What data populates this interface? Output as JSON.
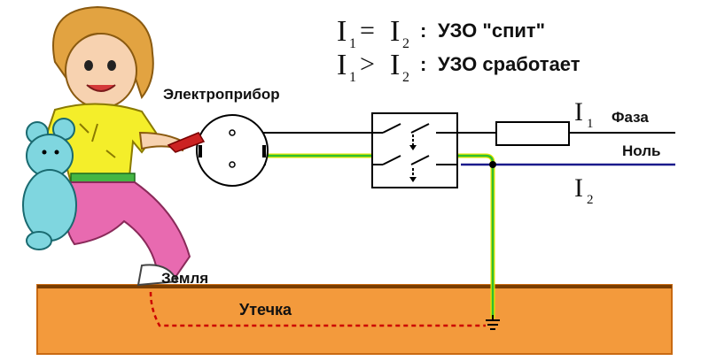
{
  "statements": [
    {
      "lhs_sym": "I",
      "lhs_sub": "1",
      "op": "=",
      "rhs_sym": "I",
      "rhs_sub": "2",
      "colon": ":",
      "text": "УЗО \"спит\""
    },
    {
      "lhs_sym": "I",
      "lhs_sub": "1",
      "op": ">",
      "rhs_sym": "I",
      "rhs_sub": "2",
      "colon": ":",
      "text": "УЗО сработает"
    }
  ],
  "labels": {
    "device": "Электроприбор",
    "phase": "Фаза",
    "neutral": "Ноль",
    "earth": "Земля",
    "leak": "Утечка"
  },
  "currents": {
    "i1_sym": "I",
    "i1_sub": "1",
    "i2_sym": "I",
    "i2_sub": "2"
  },
  "colors": {
    "phase_wire": "#000000",
    "neutral_wire": "#1a1a8c",
    "earth_wire_green": "#2fbf2f",
    "earth_wire_yellow": "#e6e600",
    "ground_fill": "#f39a3c",
    "leak_path": "#cc0000",
    "shirt": "#f4ee2a",
    "pants": "#e86ab0",
    "bear": "#7fd6df",
    "hair": "#e2a341",
    "skin": "#f7d2b0"
  },
  "icons": [
    "child-figure",
    "teddy-bear-icon",
    "socket-icon",
    "rcd-switch-icon",
    "fuse-icon",
    "ground-symbol-icon"
  ]
}
